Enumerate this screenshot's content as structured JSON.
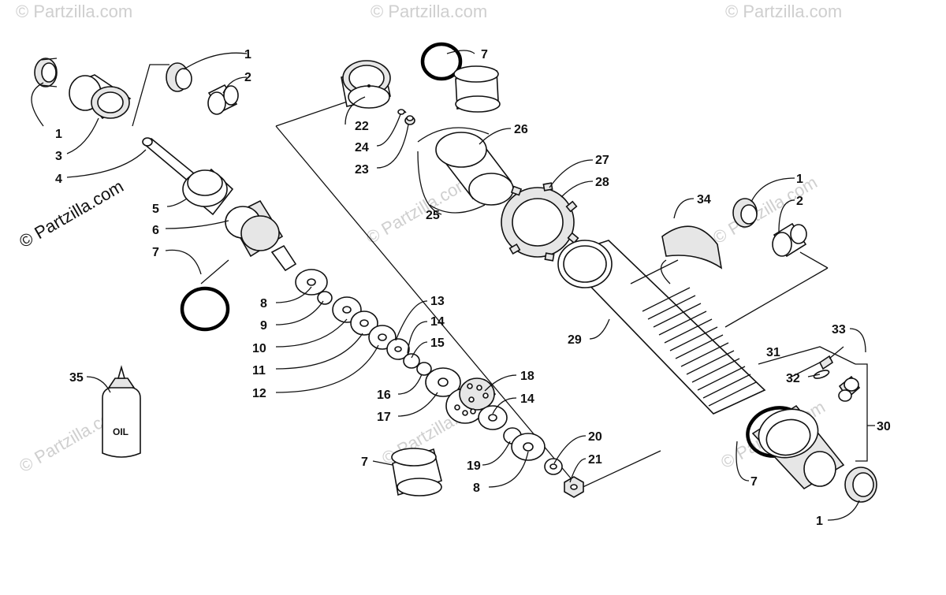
{
  "watermark": {
    "text": "© Partzilla.com"
  },
  "bottle_label": "OIL",
  "callouts": {
    "c1a": "1",
    "c2a": "2",
    "c1b": "1",
    "c3": "3",
    "c4": "4",
    "c5": "5",
    "c6": "6",
    "c7a": "7",
    "c8a": "8",
    "c9": "9",
    "c10": "10",
    "c11": "11",
    "c12": "12",
    "c13": "13",
    "c14a": "14",
    "c15": "15",
    "c16": "16",
    "c17": "17",
    "c18": "18",
    "c14b": "14",
    "c19": "19",
    "c8b": "8",
    "c20": "20",
    "c21": "21",
    "c7b": "7",
    "c7c": "7",
    "c22": "22",
    "c24": "24",
    "c23": "23",
    "c26": "26",
    "c25": "25",
    "c27": "27",
    "c28": "28",
    "c29": "29",
    "c34": "34",
    "c1c": "1",
    "c2b": "2",
    "c33": "33",
    "c31": "31",
    "c32": "32",
    "c30": "30",
    "c7d": "7",
    "c1d": "1",
    "c35": "35"
  }
}
